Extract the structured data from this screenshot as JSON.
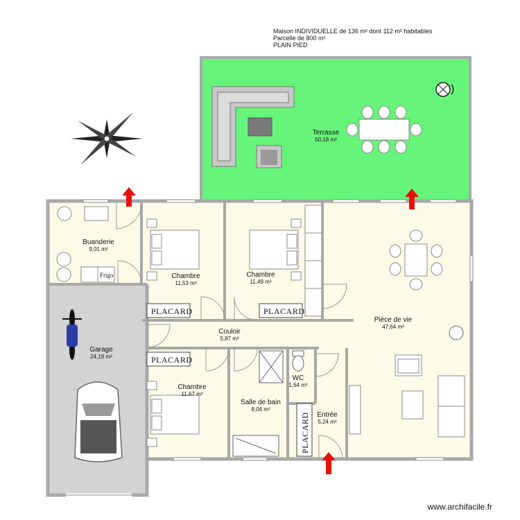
{
  "header": {
    "line1": "Maison INDIVIDUELLE de 136 m² dont 112 m² habitables",
    "line2": "Parcelle de 800 m²",
    "line3": "PLAIN PIED"
  },
  "rooms": {
    "terrasse": {
      "name": "Terrasse",
      "area": "50,18 m²"
    },
    "buanderie": {
      "name": "Buanderie",
      "area": "9,01 m²"
    },
    "chambre1": {
      "name": "Chambre",
      "area": "11,53 m²"
    },
    "chambre2": {
      "name": "Chambre",
      "area": "11,49 m²"
    },
    "piece_de_vie": {
      "name": "Pièce de vie",
      "area": "47,64 m²"
    },
    "garage": {
      "name": "Garage",
      "area": "24,19 m²"
    },
    "couloir": {
      "name": "Couloir",
      "area": "5,87 m²"
    },
    "chambre3": {
      "name": "Chambre",
      "area": "11,67 m²"
    },
    "salle_de_bain": {
      "name": "Salle de bain",
      "area": "8,04 m²"
    },
    "wc": {
      "name": "WC",
      "area": "1,64 m²"
    },
    "entree": {
      "name": "Entrée",
      "area": "5,24 m²"
    }
  },
  "labels": {
    "placard": "PLACARD",
    "frigo": "Frigo"
  },
  "colors": {
    "terrace": "#66f57a",
    "interior": "#fcfbe7",
    "garage": "#d3d3d3",
    "wall": "#a8a8a8",
    "arrow": "#e8120c"
  },
  "footer": {
    "brand": "www.archifacile.fr"
  }
}
